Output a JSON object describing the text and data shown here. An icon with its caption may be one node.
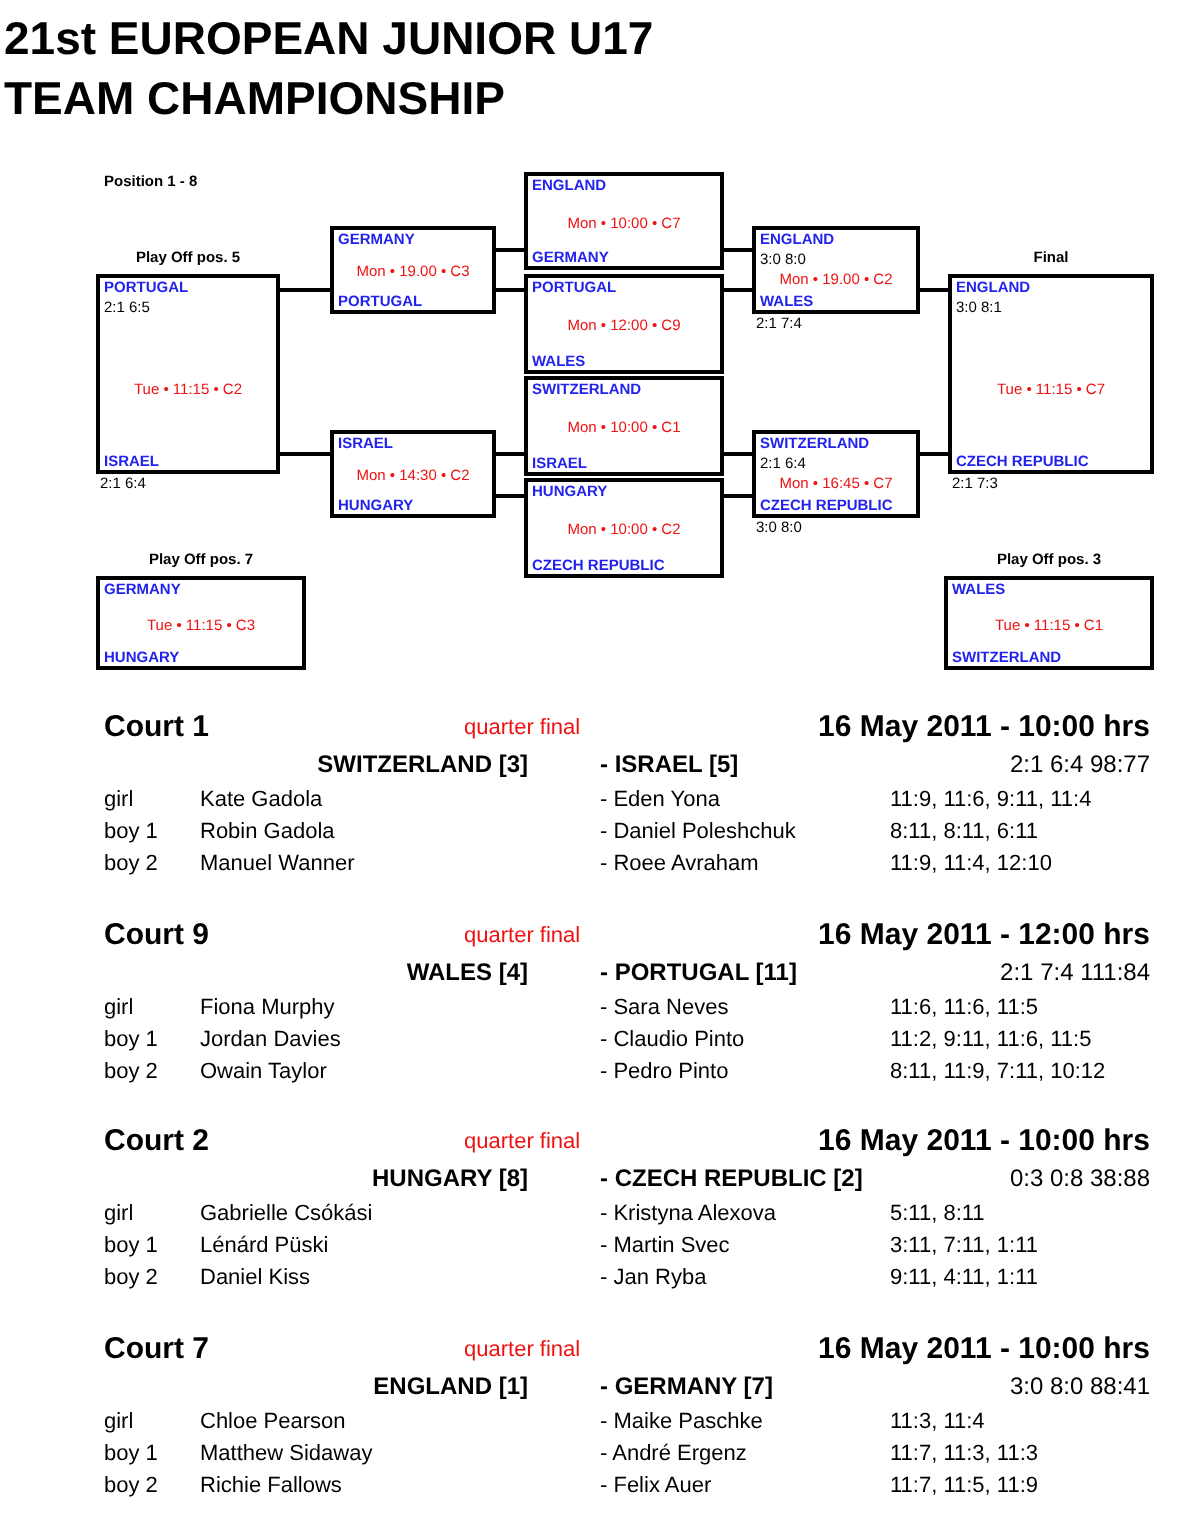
{
  "diagram": {
    "title": "21st EUROPEAN JUNIOR U17 TEAM CHAMPIONSHIP",
    "nodes": [
      {
        "text": [
          "Play Off pos. 5",
          "PORTUGAL",
          "2:1 6:5",
          "Tue • 11:15 • C2",
          "ISRAEL"
        ],
        "beside": [
          "2:1 6:4"
        ]
      },
      {
        "text": [
          "GERMANY",
          "Mon • 19.00 • C3",
          "PORTUGAL"
        ]
      },
      {
        "text": [
          "ISRAEL",
          "Mon • 14:30 • C2",
          "HUNGARY"
        ]
      },
      {
        "text": [
          "ENGLAND",
          "Mon • 10:00 • C7",
          "GERMANY"
        ]
      },
      {
        "text": [
          "PORTUGAL",
          "Mon • 12:00 • C9",
          "WALES"
        ]
      },
      {
        "text": [
          "SWITZERLAND",
          "Mon • 10:00 • C1",
          "ISRAEL"
        ]
      },
      {
        "text": [
          "HUNGARY",
          "Mon • 10:00 • C2",
          "CZECH REPUBLIC"
        ]
      },
      {
        "text": [
          "ENGLAND",
          "3:0 8:0",
          "Mon • 19.00 • C2",
          "WALES"
        ],
        "beside": [
          "2:1 7:4"
        ]
      },
      {
        "text": [
          "SWITZERLAND",
          "2:1 6:4",
          "Mon • 16:45 • C7",
          "CZECH REPUBLIC"
        ],
        "beside": [
          "3:0 8:0"
        ]
      },
      {
        "text": [
          "Final",
          "ENGLAND",
          "3:0 8:1",
          "Tue • 11:15 • C7",
          "CZECH REPUBLIC"
        ],
        "beside": [
          "2:1 7:3"
        ]
      },
      {
        "text": [
          "Play Off pos. 7",
          "GERMANY",
          "Tue • 11:15 • C3",
          "HUNGARY"
        ]
      },
      {
        "text": [
          "Play Off pos. 3",
          "WALES",
          "Tue • 11:15 • C1",
          "SWITZERLAND"
        ]
      }
    ],
    "edges": [
      {
        "from": 3,
        "to": 1,
        "arrow": "none"
      },
      {
        "from": 4,
        "to": 1,
        "arrow": "none"
      },
      {
        "from": 5,
        "to": 2,
        "arrow": "none"
      },
      {
        "from": 6,
        "to": 2,
        "arrow": "none"
      },
      {
        "from": 1,
        "to": 0,
        "arrow": "none"
      },
      {
        "from": 2,
        "to": 0,
        "arrow": "none"
      },
      {
        "from": 3,
        "to": 7,
        "arrow": "none"
      },
      {
        "from": 4,
        "to": 7,
        "arrow": "none"
      },
      {
        "from": 5,
        "to": 8,
        "arrow": "none"
      },
      {
        "from": 6,
        "to": 8,
        "arrow": "none"
      },
      {
        "from": 7,
        "to": 9,
        "arrow": "none"
      },
      {
        "from": 8,
        "to": 9,
        "arrow": "none"
      }
    ],
    "labels": [
      "Position 1 - 8",
      "Court 1",
      "quarter final",
      "16 May 2011 - 10:00 hrs",
      "SWITZERLAND [3]",
      "- ISRAEL [5]",
      "2:1 6:4 98:77",
      "girl",
      "Kate Gadola",
      "- Eden Yona",
      "11:9, 11:6, 9:11, 11:4",
      "boy 1",
      "Robin Gadola",
      "- Daniel Poleshchuk",
      "8:11, 8:11, 6:11",
      "boy 2",
      "Manuel Wanner",
      "- Roee Avraham",
      "11:9, 11:4, 12:10",
      "Court 9",
      "quarter final",
      "16 May 2011 - 12:00 hrs",
      "WALES [4]",
      "- PORTUGAL [11]",
      "2:1 7:4 111:84",
      "girl",
      "Fiona Murphy",
      "- Sara Neves",
      "11:6, 11:6, 11:5",
      "boy 1",
      "Jordan Davies",
      "- Claudio Pinto",
      "11:2, 9:11, 11:6, 11:5",
      "boy 2",
      "Owain Taylor",
      "- Pedro Pinto",
      "8:11, 11:9, 7:11, 10:12",
      "Court 2",
      "quarter final",
      "16 May 2011 - 10:00 hrs",
      "HUNGARY [8]",
      "- CZECH REPUBLIC [2]",
      "0:3 0:8 38:88",
      "girl",
      "Gabrielle Csókási",
      "- Kristyna Alexova",
      "5:11, 8:11",
      "boy 1",
      "Lénárd Püski",
      "- Martin Svec",
      "3:11, 7:11, 1:11",
      "boy 2",
      "Daniel Kiss",
      "- Jan Ryba",
      "9:11, 4:11, 1:11",
      "Court 7",
      "quarter final",
      "16 May 2011 - 10:00 hrs",
      "ENGLAND [1]",
      "- GERMANY [7]",
      "3:0 8:0 88:41",
      "girl",
      "Chloe Pearson",
      "- Maike Paschke",
      "11:3, 11:4",
      "boy 1",
      "Matthew Sidaway",
      "- André Ergenz",
      "11:7, 11:3, 11:3",
      "boy 2",
      "Richie Fallows",
      "- Felix Auer",
      "11:7, 11:5, 11:9"
    ]
  }
}
